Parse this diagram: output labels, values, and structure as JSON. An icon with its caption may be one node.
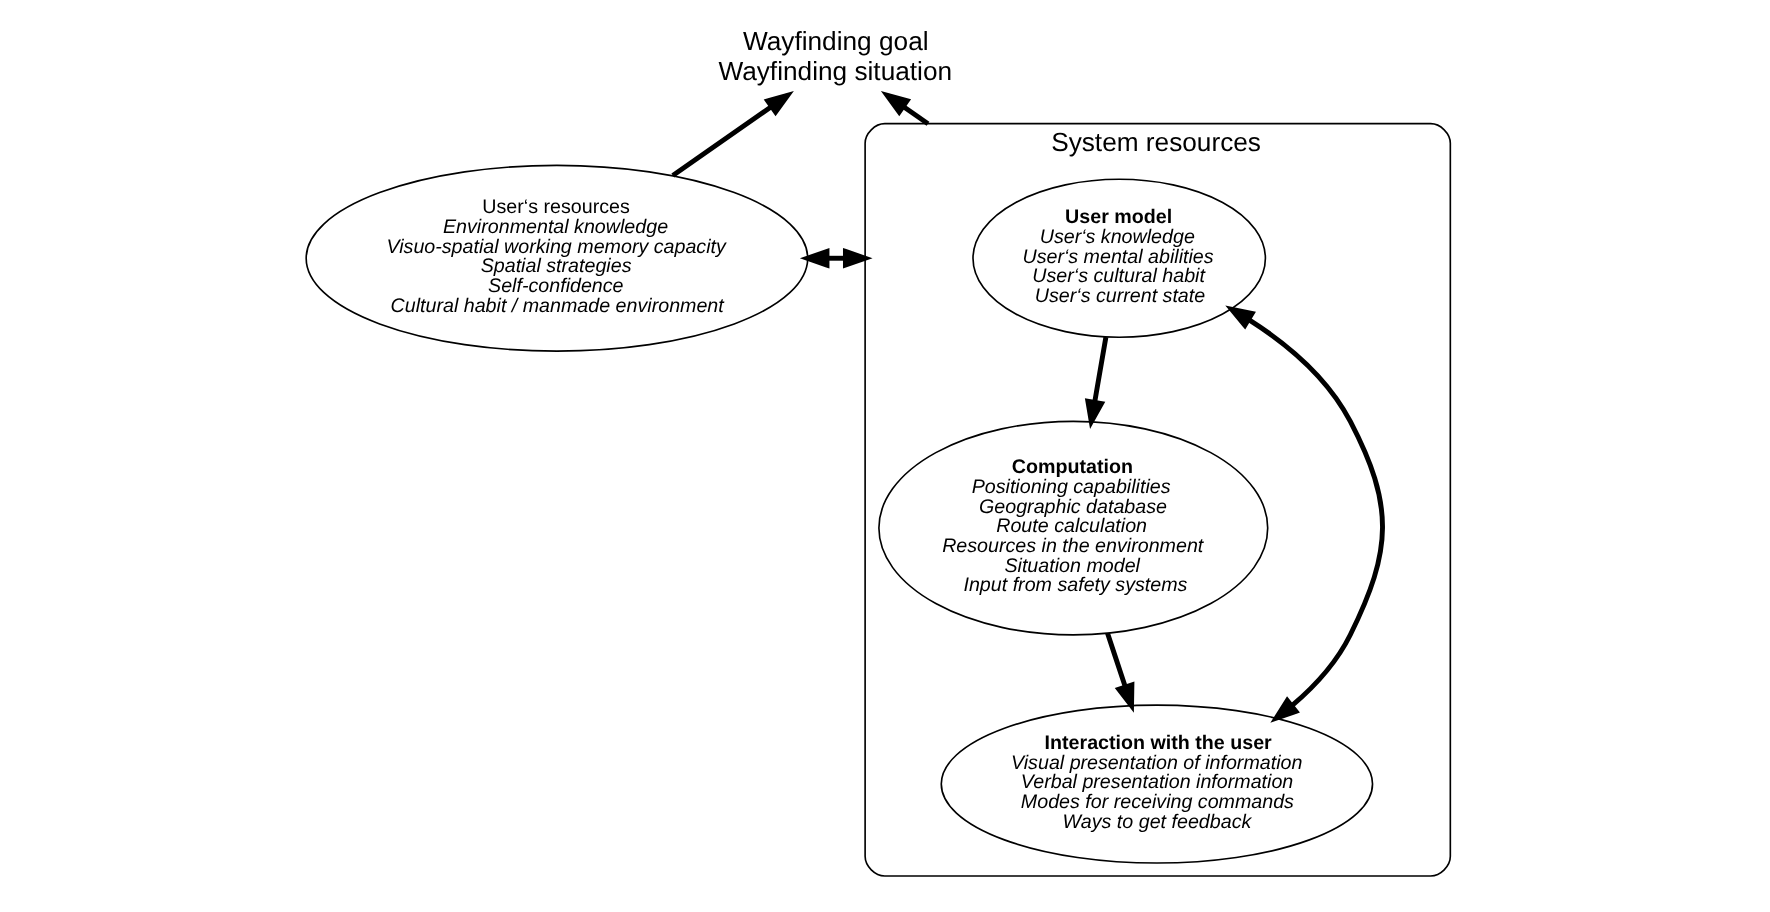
{
  "diagram": {
    "nodes": [
      {
        "text": [
          "Wayfinding goal",
          "Wayfinding situation"
        ]
      },
      {
        "text": [
          "User‘s resources",
          "Environmental knowledge",
          "Visuo-spatial working memory capacity",
          "Spatial strategies",
          "Self-confidence",
          "Cultural habit / manmade environment"
        ]
      },
      {
        "text": [
          "System resources"
        ]
      },
      {
        "text": [
          "User model",
          "User‘s knowledge",
          "User‘s mental abilities",
          "User‘s cultural habit",
          "User‘s current state"
        ],
        "in": 2
      },
      {
        "text": [
          "Computation",
          "Positioning capabilities",
          "Geographic database",
          "Route calculation",
          "Resources in the environment",
          "Situation model",
          "Input from safety systems"
        ],
        "in": 2
      },
      {
        "text": [
          "Interaction with the user",
          "Visual presentation of information",
          "Verbal presentation information",
          "Modes for receiving commands",
          "Ways to get feedback"
        ],
        "in": 2
      }
    ],
    "edges": [
      {
        "from": 1,
        "to": 0,
        "arrow": "to"
      },
      {
        "from": 2,
        "to": 0,
        "arrow": "to"
      },
      {
        "from": 1,
        "to": 2,
        "arrow": "both"
      },
      {
        "from": 3,
        "to": 4,
        "arrow": "to"
      },
      {
        "from": 3,
        "to": 5,
        "arrow": "both"
      },
      {
        "from": 4,
        "to": 5,
        "arrow": "to"
      }
    ]
  }
}
